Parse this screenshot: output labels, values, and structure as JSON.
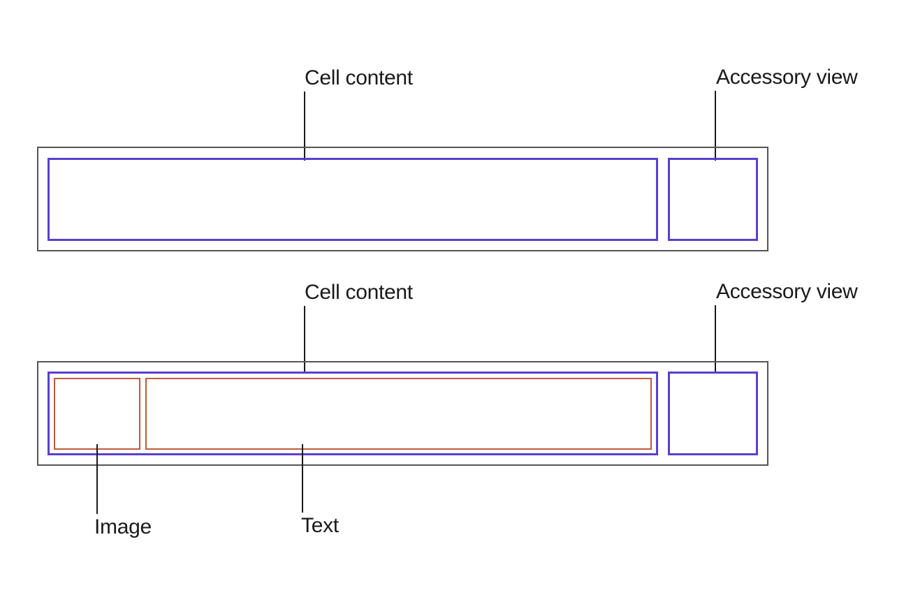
{
  "diagram1": {
    "cell_content_label": "Cell content",
    "accessory_view_label": "Accessory view"
  },
  "diagram2": {
    "cell_content_label": "Cell content",
    "accessory_view_label": "Accessory view",
    "image_label": "Image",
    "text_label": "Text"
  },
  "colors": {
    "cell_border": "#555555",
    "content_border": "#5a3fd0",
    "subview_border": "#c05a3a"
  }
}
